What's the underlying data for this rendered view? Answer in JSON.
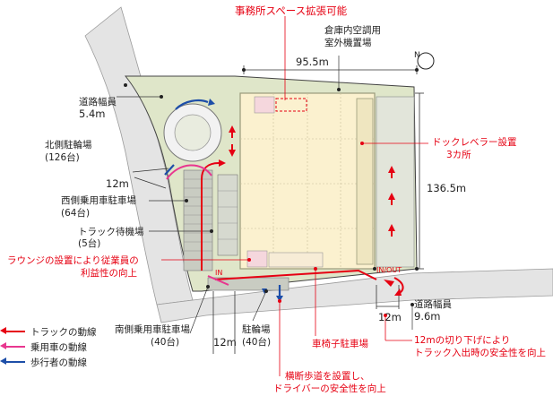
{
  "title_red": "事務所スペース拡張可能",
  "labels": {
    "warehouse_ac": [
      "倉庫内空調用",
      "室外機置場"
    ],
    "width_top": "95.5m",
    "road_left": [
      "道路幅員",
      "5.4m"
    ],
    "north_bike": [
      "北側駐輪場",
      "(126台)"
    ],
    "dim_12m_left": "12m",
    "west_parking": [
      "西側乗用車駐車場",
      "(64台)"
    ],
    "truck_wait": [
      "トラック待機場",
      "(5台)"
    ],
    "dock_leveler": [
      "ドックレベラー設置",
      "3カ所"
    ],
    "depth_right": "136.5m",
    "lounge": [
      "ラウンジの設置により従業員の",
      "利益性の向上"
    ],
    "in_label": "IN",
    "inout_label": "IN/OUT",
    "road_right": [
      "道路幅員",
      "9.6m"
    ],
    "dim_12m_bottom": "12m",
    "south_parking": [
      "南側乗用車駐車場",
      "(40台)"
    ],
    "dim_12m_mid": "12m",
    "bike_parking": [
      "駐輪場",
      "(40台)"
    ],
    "wheelchair": "車椅子駐車場",
    "cut_12m": [
      "12mの切り下げにより",
      "トラック入出時の安全性を向上"
    ],
    "crosswalk": [
      "横断歩道を設置し、",
      "ドライバーの安全性を向上"
    ]
  },
  "legend": [
    {
      "label": "トラックの動線",
      "color": "#e60012"
    },
    {
      "label": "乗用車の動線",
      "color": "#e8378f"
    },
    {
      "label": "歩行者の動線",
      "color": "#1d4ea8"
    }
  ],
  "colors": {
    "site": "#dfe6c9",
    "road": "#e4e4e4",
    "warehouse": "#fbf1cf",
    "warehouse_edge": "#9a9a7a",
    "red": "#e60012",
    "blue": "#1d4ea8"
  }
}
